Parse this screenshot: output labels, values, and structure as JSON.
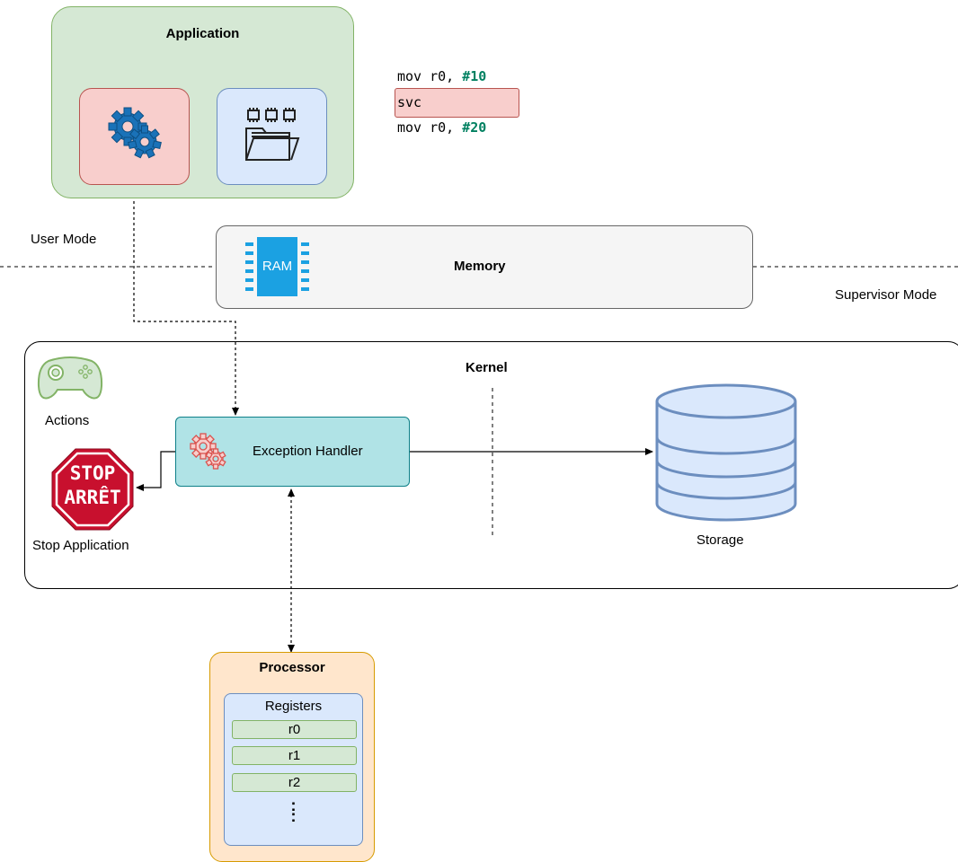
{
  "application": {
    "title": "Application"
  },
  "code": {
    "line1": {
      "op": "mov r0, ",
      "imm": "#10"
    },
    "line2": "svc",
    "line3": {
      "op": "mov r0, ",
      "imm": "#20"
    }
  },
  "modes": {
    "user": "User Mode",
    "supervisor": "Supervisor Mode"
  },
  "memory": {
    "title": "Memory",
    "chip_label": "RAM"
  },
  "kernel": {
    "title": "Kernel",
    "actions_label": "Actions",
    "stop_label": "Stop Application",
    "stop_sign": {
      "line1": "STOP",
      "line2": "ARRÊT"
    },
    "exception_handler": "Exception Handler",
    "storage_label": "Storage"
  },
  "processor": {
    "title": "Processor",
    "registers_title": "Registers",
    "registers": [
      "r0",
      "r1",
      "r2"
    ],
    "ellipsis": ":"
  },
  "colors": {
    "app_fill": "#d5e8d4",
    "app_stroke": "#82b366",
    "red_fill": "#f8cecc",
    "red_stroke": "#b85450",
    "blue_fill": "#dae8fc",
    "blue_stroke": "#6c8ebf",
    "mem_fill": "#f5f5f5",
    "mem_stroke": "#666666",
    "handler_fill": "#b0e3e6",
    "handler_stroke": "#0e8088",
    "proc_fill": "#ffe6cc",
    "proc_stroke": "#d79b00",
    "imm_color": "#008060"
  }
}
